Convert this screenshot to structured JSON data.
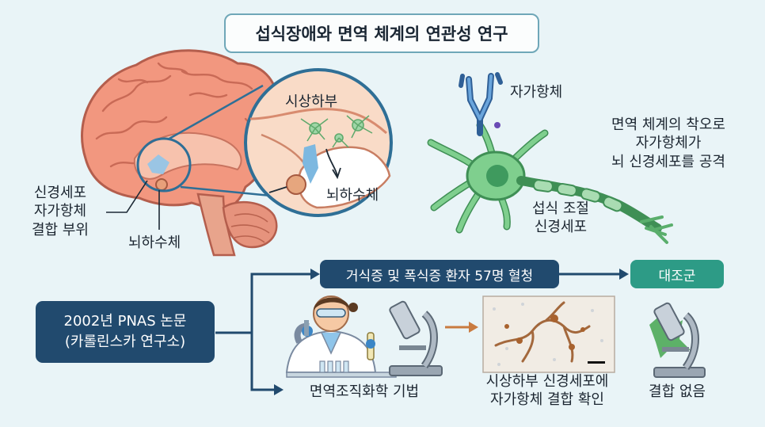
{
  "title": "섭식장애와 면역 체계의 연관성 연구",
  "brain": {
    "hypothalamus_zoom": "시상하부",
    "pituitary_zoom": "뇌하수체",
    "binding_site": [
      "신경세포",
      "자가항체",
      "결합 부위"
    ],
    "pituitary": "뇌하수체"
  },
  "neuron": {
    "autoantibody": "자가항체",
    "mechanism": [
      "면역 체계의 착오로",
      "자가항체가",
      "뇌 신경세포를 공격"
    ],
    "cell_label": [
      "섭식 조절",
      "신경세포"
    ]
  },
  "study": {
    "source": [
      "2002년 PNAS 논문",
      "(카롤린스카 연구소)"
    ],
    "patients": "거식증 및 폭식증 환자 57명 혈청",
    "control": "대조군",
    "method": "면역조직화학 기법",
    "result": [
      "시상하부 신경세포에",
      "자가항체 결합 확인"
    ],
    "control_result": "결합 없음"
  },
  "colors": {
    "navy": "#214a6e",
    "teal": "#2d9b86",
    "brain": "#f2977f",
    "neuron": "#7fcf8e",
    "antibody": "#4a86c5"
  }
}
